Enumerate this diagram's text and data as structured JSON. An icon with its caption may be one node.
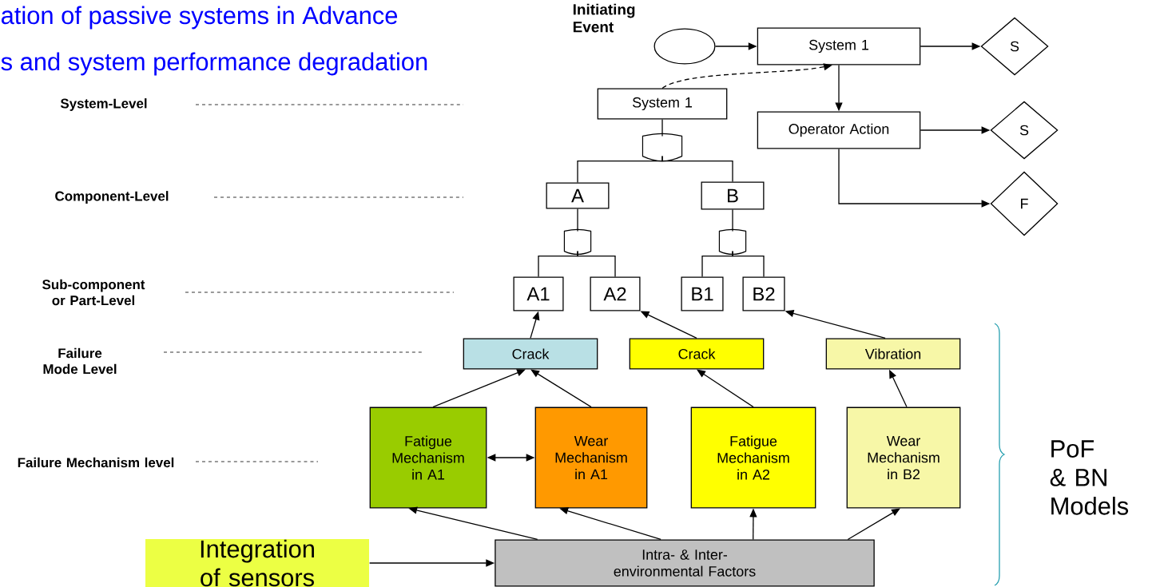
{
  "diagram": {
    "nodes": [
      {
        "text": [],
        "shape": "circle",
        "beside": [
          "Initiating Event"
        ]
      },
      {
        "text": [
          "System 1"
        ]
      },
      {
        "text": [
          "S"
        ]
      },
      {
        "text": [
          "System 1"
        ]
      },
      {
        "text": [
          "Operator Action"
        ]
      },
      {
        "text": [
          "S"
        ]
      },
      {
        "text": [
          "F"
        ]
      },
      {
        "text": [],
        "shape": "gate"
      },
      {
        "text": [
          "A"
        ]
      },
      {
        "text": [
          "B"
        ]
      },
      {
        "text": [],
        "shape": "gate"
      },
      {
        "text": [],
        "shape": "gate"
      },
      {
        "text": [
          "A1"
        ]
      },
      {
        "text": [
          "A2"
        ]
      },
      {
        "text": [
          "B1"
        ]
      },
      {
        "text": [
          "B2"
        ]
      },
      {
        "text": [
          "Crack"
        ]
      },
      {
        "text": [
          "Crack"
        ]
      },
      {
        "text": [
          "Vibration"
        ]
      },
      {
        "text": [
          "Fatigue Mechanism in A1"
        ]
      },
      {
        "text": [
          "Wear Mechanism in A1"
        ]
      },
      {
        "text": [
          "Fatigue Mechanism in A2"
        ]
      },
      {
        "text": [
          "Wear Mechanism in B2"
        ]
      },
      {
        "text": [
          "Intra- & Inter- environmental Factors"
        ]
      },
      {
        "text": [
          "Integration of sensors"
        ]
      }
    ],
    "edges": [
      {
        "from": 0,
        "to": 1,
        "arrow": "to"
      },
      {
        "from": 1,
        "to": 2,
        "arrow": "to"
      },
      {
        "from": 3,
        "to": 1,
        "arrow": "to",
        "style": "dashed"
      },
      {
        "from": 1,
        "to": 4,
        "arrow": "to"
      },
      {
        "from": 4,
        "to": 5,
        "arrow": "to"
      },
      {
        "from": 4,
        "to": 6,
        "arrow": "to"
      },
      {
        "from": 3,
        "to": 7,
        "arrow": "none"
      },
      {
        "from": 7,
        "to": 8,
        "arrow": "none"
      },
      {
        "from": 7,
        "to": 9,
        "arrow": "none"
      },
      {
        "from": 8,
        "to": 10,
        "arrow": "none"
      },
      {
        "from": 9,
        "to": 11,
        "arrow": "none"
      },
      {
        "from": 10,
        "to": 12,
        "arrow": "none"
      },
      {
        "from": 10,
        "to": 13,
        "arrow": "none"
      },
      {
        "from": 11,
        "to": 14,
        "arrow": "none"
      },
      {
        "from": 11,
        "to": 15,
        "arrow": "none"
      },
      {
        "from": 16,
        "to": 12,
        "arrow": "to"
      },
      {
        "from": 17,
        "to": 13,
        "arrow": "to"
      },
      {
        "from": 18,
        "to": 15,
        "arrow": "to"
      },
      {
        "from": 19,
        "to": 16,
        "arrow": "to"
      },
      {
        "from": 20,
        "to": 16,
        "arrow": "to"
      },
      {
        "from": 21,
        "to": 17,
        "arrow": "to"
      },
      {
        "from": 22,
        "to": 18,
        "arrow": "to"
      },
      {
        "from": 19,
        "to": 20,
        "arrow": "both"
      },
      {
        "from": 23,
        "to": 19,
        "arrow": "to"
      },
      {
        "from": 23,
        "to": 20,
        "arrow": "to"
      },
      {
        "from": 23,
        "to": 21,
        "arrow": "to"
      },
      {
        "from": 23,
        "to": 22,
        "arrow": "to"
      },
      {
        "from": 24,
        "to": 23,
        "arrow": "to"
      }
    ],
    "labels": [
      "ation of passive systems in Advance",
      "s and system performance degradation",
      "System-Level",
      "Component-Level",
      "Sub-component or Part-Level",
      "Failure Mode Level",
      "Failure Mechanism level",
      "PoF & BN Models"
    ]
  }
}
